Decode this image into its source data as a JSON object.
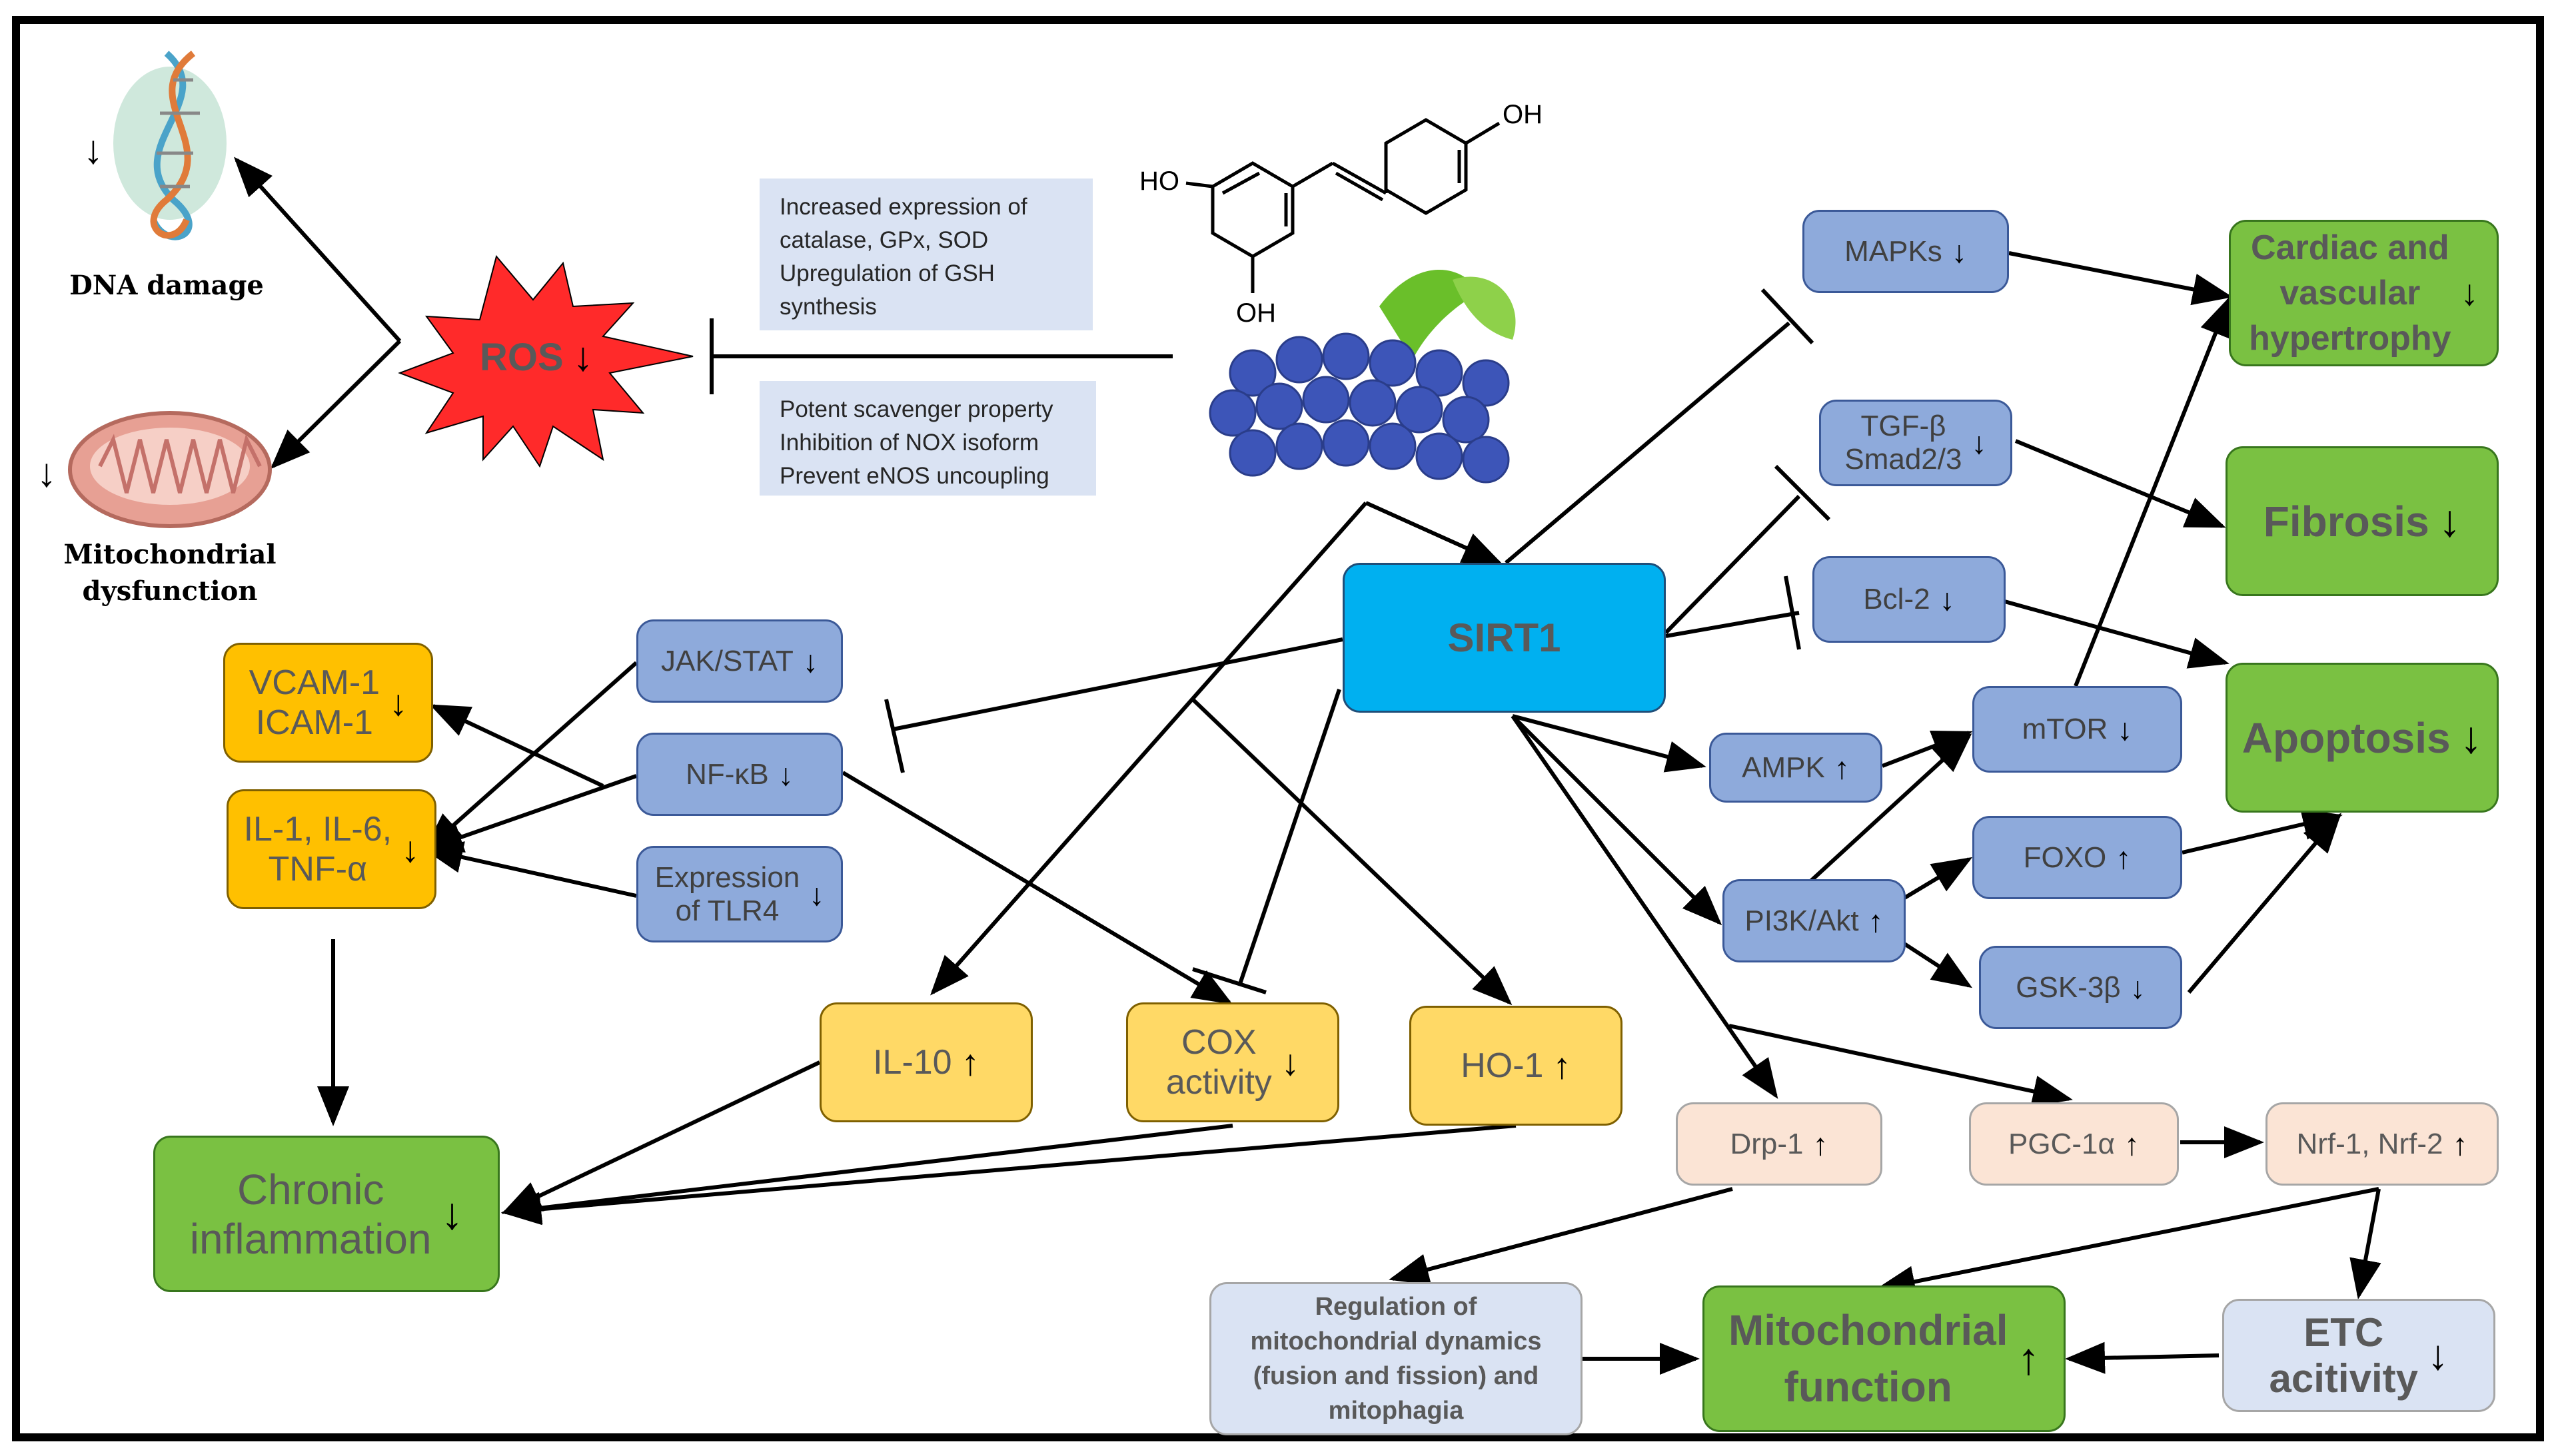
{
  "ros": {
    "label": "ROS",
    "arrow": "↓"
  },
  "dna": {
    "label": "DNA damage",
    "arrow": "↓"
  },
  "mito_dys": {
    "label": "Mitochondrial\ndysfunction",
    "arrow": "↓"
  },
  "info_top": [
    "Increased expression of",
    "catalase, GPx, SOD",
    "Upregulation of GSH",
    "synthesis"
  ],
  "info_bottom": [
    "Potent scavenger property",
    "Inhibition of NOX isoform",
    "Prevent eNOS uncoupling"
  ],
  "molecule": {
    "oh_top": "OH",
    "oh_left": "HO",
    "oh_bottom": "OH"
  },
  "sirt1": "SIRT1",
  "nodes": {
    "mapks": {
      "label": "MAPKs",
      "arrow": "↓"
    },
    "tgf": {
      "label": "TGF-β\nSmad2/3",
      "arrow": "↓"
    },
    "bcl2": {
      "label": "Bcl-2",
      "arrow": "↓"
    },
    "ampk": {
      "label": "AMPK",
      "arrow": "↑"
    },
    "mtor": {
      "label": "mTOR",
      "arrow": "↓"
    },
    "pi3k": {
      "label": "PI3K/Akt",
      "arrow": "↑"
    },
    "foxo": {
      "label": "FOXO",
      "arrow": "↑"
    },
    "gsk": {
      "label": "GSK-3β",
      "arrow": "↓"
    },
    "jak": {
      "label": "JAK/STAT",
      "arrow": "↓"
    },
    "nfkb": {
      "label": "NF-κB",
      "arrow": "↓"
    },
    "tlr4": {
      "label": "Expression\nof TLR4",
      "arrow": "↓"
    },
    "vcam": {
      "label": "VCAM-1\nICAM-1",
      "arrow": "↓"
    },
    "il1": {
      "label": "IL-1, IL-6,\nTNF-α",
      "arrow": "↓"
    },
    "il10": {
      "label": "IL-10",
      "arrow": "↑"
    },
    "cox": {
      "label": "COX\nactivity",
      "arrow": "↓"
    },
    "ho1": {
      "label": "HO-1",
      "arrow": "↑"
    },
    "drp1": {
      "label": "Drp-1",
      "arrow": "↑"
    },
    "pgc": {
      "label": "PGC-1α",
      "arrow": "↑"
    },
    "nrf": {
      "label": "Nrf-1, Nrf-2",
      "arrow": "↑"
    },
    "reg": {
      "label": "Regulation of\nmitochondrial dynamics\n(fusion and fission) and\nmitophagia"
    },
    "etc": {
      "label": "ETC\nacitivity",
      "arrow": "↓"
    }
  },
  "outcomes": {
    "cardiac": {
      "label": "Cardiac and\nvascular\nhypertrophy",
      "arrow": "↓"
    },
    "fibrosis": {
      "label": "Fibrosis",
      "arrow": "↓"
    },
    "apoptosis": {
      "label": "Apoptosis",
      "arrow": "↓"
    },
    "chronic": {
      "label": "Chronic\ninflammation",
      "arrow": "↓"
    },
    "mitofunc": {
      "label": "Mitochondrial\nfunction",
      "arrow": "↑"
    }
  },
  "colors": {
    "ros": "#ff2a2a",
    "sirt1": "#00b0f0",
    "blue_node": "#8eaadb",
    "orange_node": "#ffc000",
    "yellow_node": "#ffd966",
    "outcome": "#7ac142",
    "peach_node": "#fbe4d5",
    "lav_node": "#dae3f3",
    "info": "#dae3f3",
    "grape": "#3d55b8",
    "leaf": "#6abf2a"
  }
}
